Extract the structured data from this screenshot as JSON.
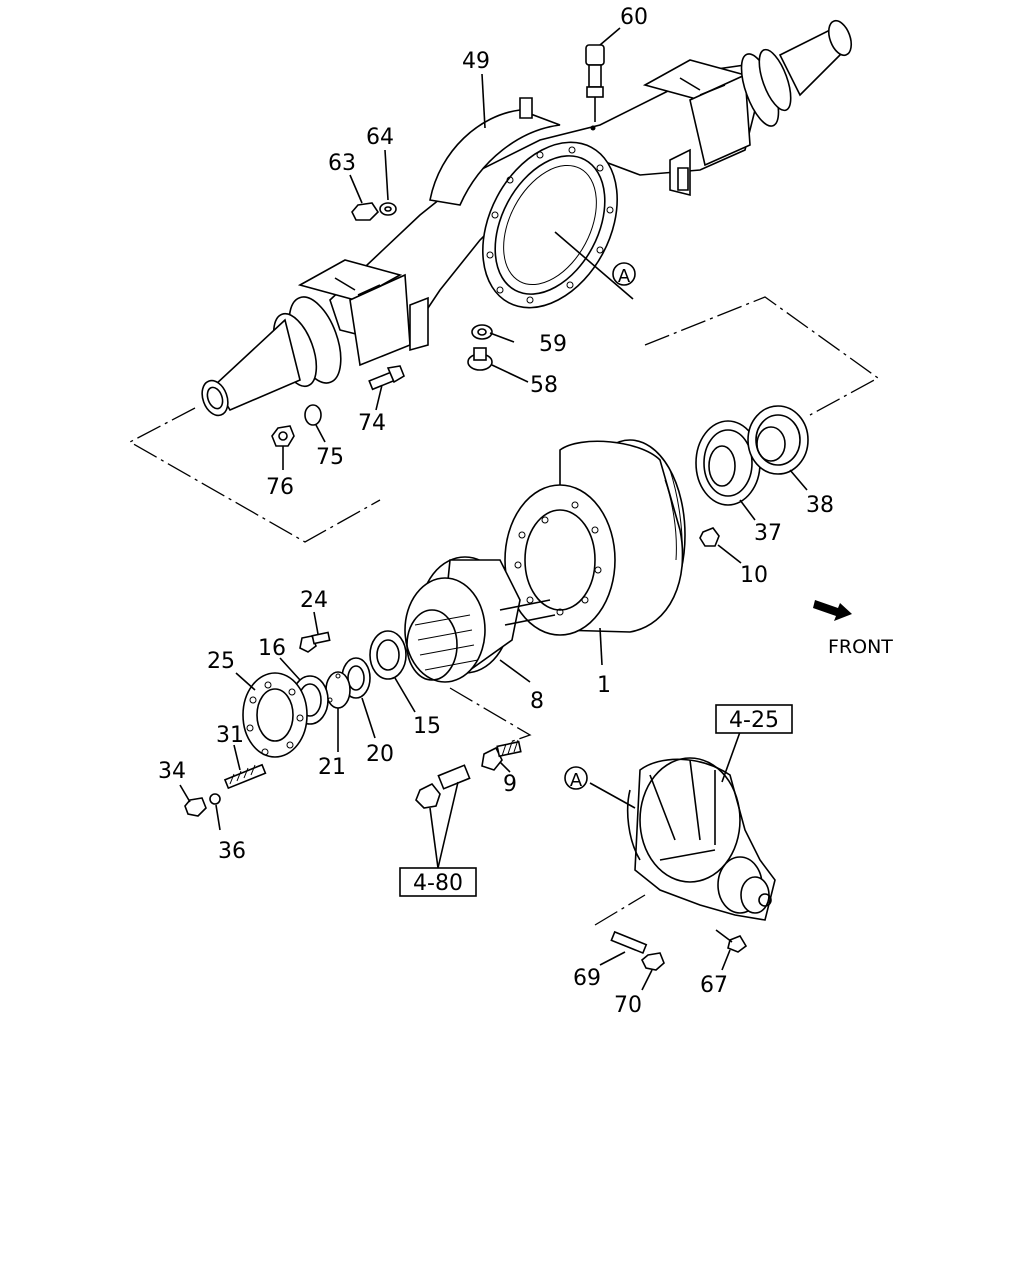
{
  "diagram": {
    "front_label": "FRONT",
    "ref_marker": "A",
    "ref_boxes": [
      "4-25",
      "4-80"
    ],
    "parts": [
      "60",
      "49",
      "64",
      "63",
      "59",
      "58",
      "74",
      "75",
      "76",
      "38",
      "37",
      "10",
      "24",
      "25",
      "16",
      "1",
      "8",
      "15",
      "20",
      "21",
      "31",
      "34",
      "36",
      "9",
      "69",
      "70",
      "67"
    ]
  }
}
